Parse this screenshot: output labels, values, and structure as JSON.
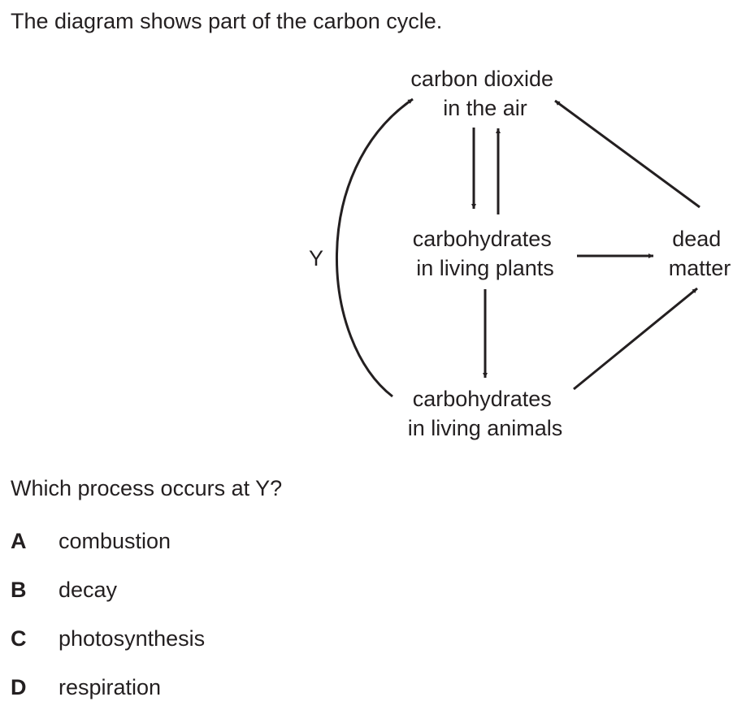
{
  "intro": "The diagram shows part of the carbon cycle.",
  "diagram": {
    "nodes": {
      "co2": [
        "carbon dioxide",
        "in the air"
      ],
      "plants": [
        "carbohydrates",
        "in living plants"
      ],
      "animals": [
        "carbohydrates",
        "in living animals"
      ],
      "dead": [
        "dead",
        "matter"
      ]
    },
    "label_y": "Y"
  },
  "question": "Which process occurs at Y?",
  "options": [
    {
      "letter": "A",
      "text": "combustion"
    },
    {
      "letter": "B",
      "text": "decay"
    },
    {
      "letter": "C",
      "text": "photosynthesis"
    },
    {
      "letter": "D",
      "text": "respiration"
    }
  ]
}
